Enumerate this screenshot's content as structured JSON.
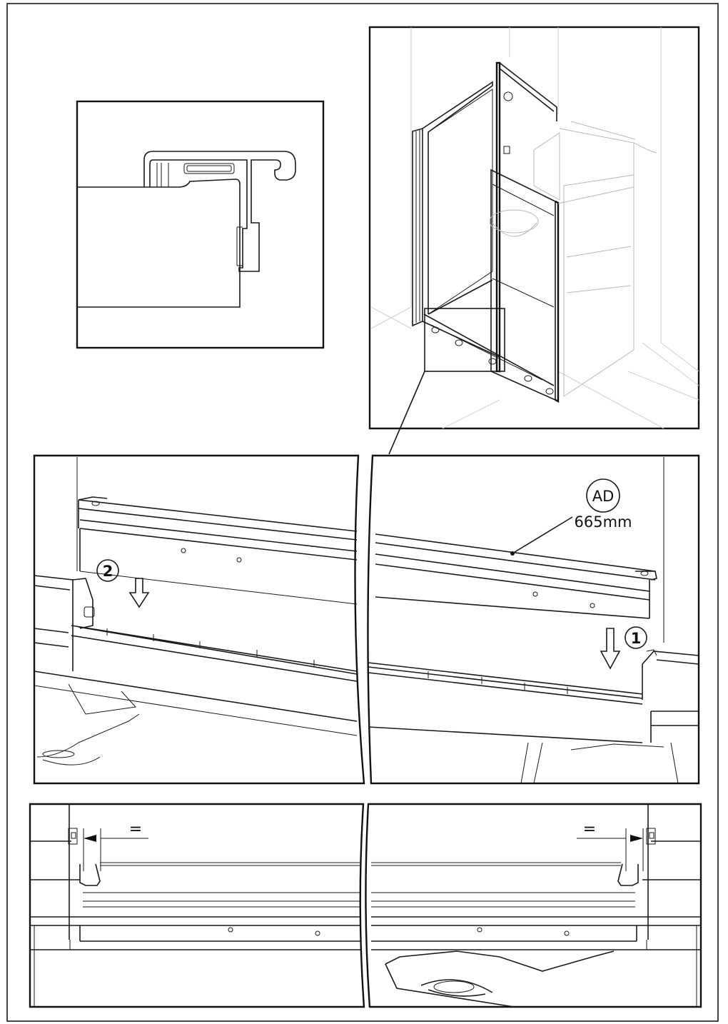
{
  "part": {
    "code": "AD",
    "length": "665mm"
  },
  "steps": {
    "first": "1",
    "second": "2"
  },
  "equal_mark_left": "=",
  "equal_mark_right": "="
}
